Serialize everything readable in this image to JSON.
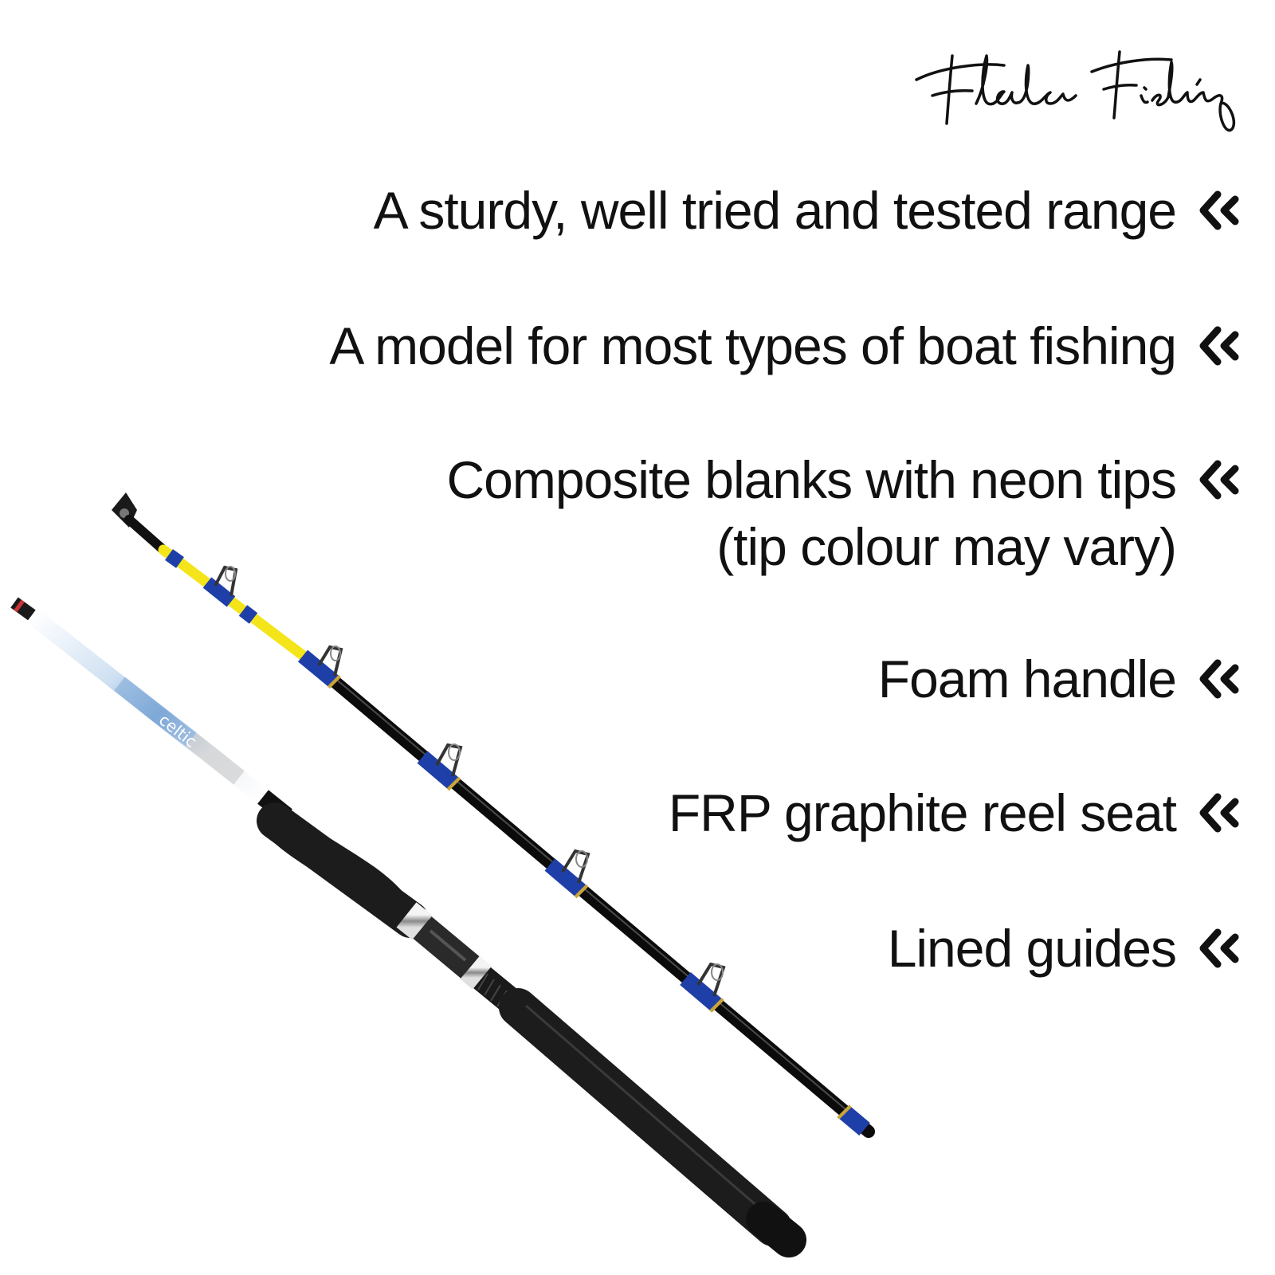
{
  "brand": {
    "signature": "Fladen Fishing"
  },
  "features": [
    {
      "text": "A sturdy, well tried and tested range",
      "icon": "double-chevron-left-icon"
    },
    {
      "text": "A model for most types of boat fishing",
      "icon": "double-chevron-left-icon"
    },
    {
      "text": "Composite blanks with neon tips",
      "text2": "(tip colour may vary)",
      "icon": "double-chevron-left-icon"
    },
    {
      "text": "Foam handle",
      "icon": "double-chevron-left-icon"
    },
    {
      "text": "FRP graphite reel seat",
      "icon": "double-chevron-left-icon"
    },
    {
      "text": "Lined guides",
      "icon": "double-chevron-left-icon"
    }
  ],
  "product": {
    "rod_label": "celtic",
    "colors": {
      "blank": "#0b0b0b",
      "tip_neon": "#f4e41a",
      "whipping": "#1f3fa8",
      "gold_band": "#c9a43a",
      "foam": "#1c1c1c",
      "butt_white": "#eef2f6",
      "butt_blue": "#8fb6df"
    }
  }
}
